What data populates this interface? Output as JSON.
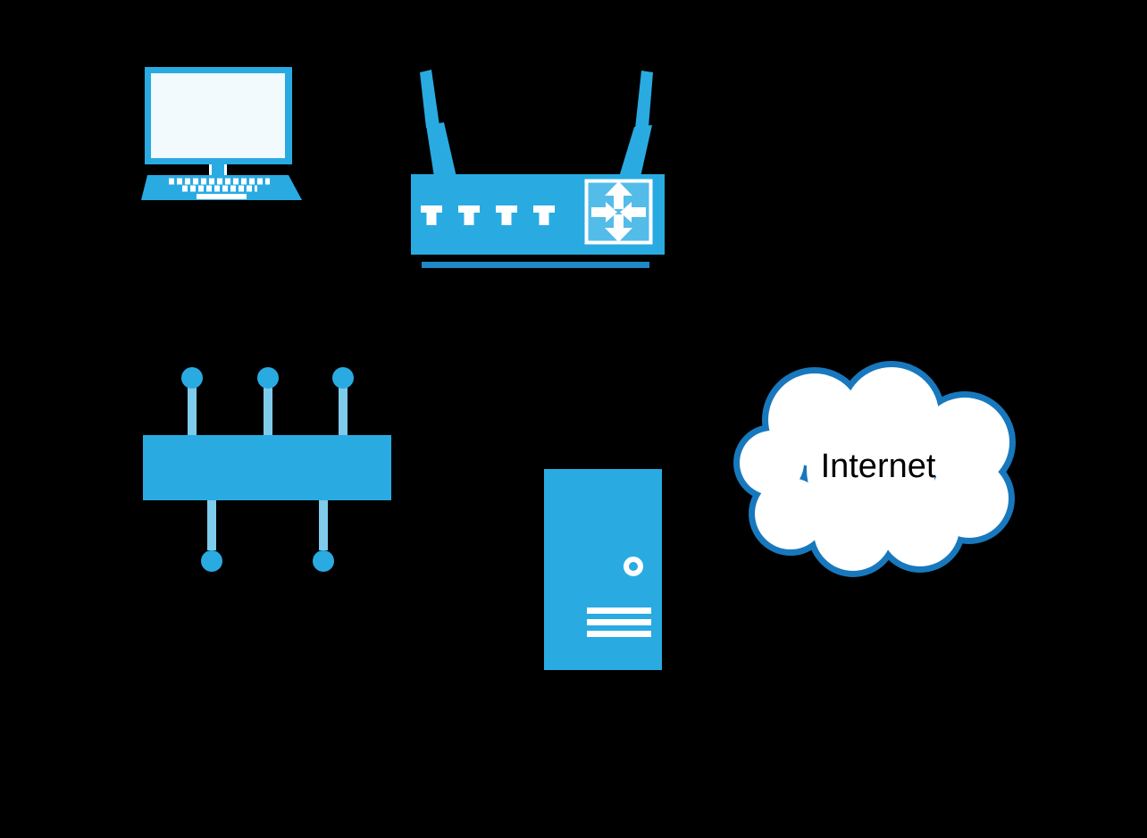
{
  "diagram": {
    "background_color": "#000000",
    "palette": {
      "primary_blue": "#29ABE2",
      "light_blue": "#7FCBEB",
      "panel_blue": "#54BCE8",
      "dark_blue": "#1E89C5",
      "cloud_outline_blue": "#1878BD",
      "screen_white": "#F2FAFD",
      "white": "#FFFFFF",
      "label_text_color": "#000000"
    },
    "nodes": [
      {
        "id": "computer",
        "icon": "desktop-computer-icon"
      },
      {
        "id": "wireless-router",
        "icon": "wireless-router-icon"
      },
      {
        "id": "network-switch",
        "icon": "network-switch-icon"
      },
      {
        "id": "server",
        "icon": "server-tower-icon"
      },
      {
        "id": "internet-cloud",
        "icon": "cloud-icon",
        "label": "Internet"
      }
    ]
  }
}
